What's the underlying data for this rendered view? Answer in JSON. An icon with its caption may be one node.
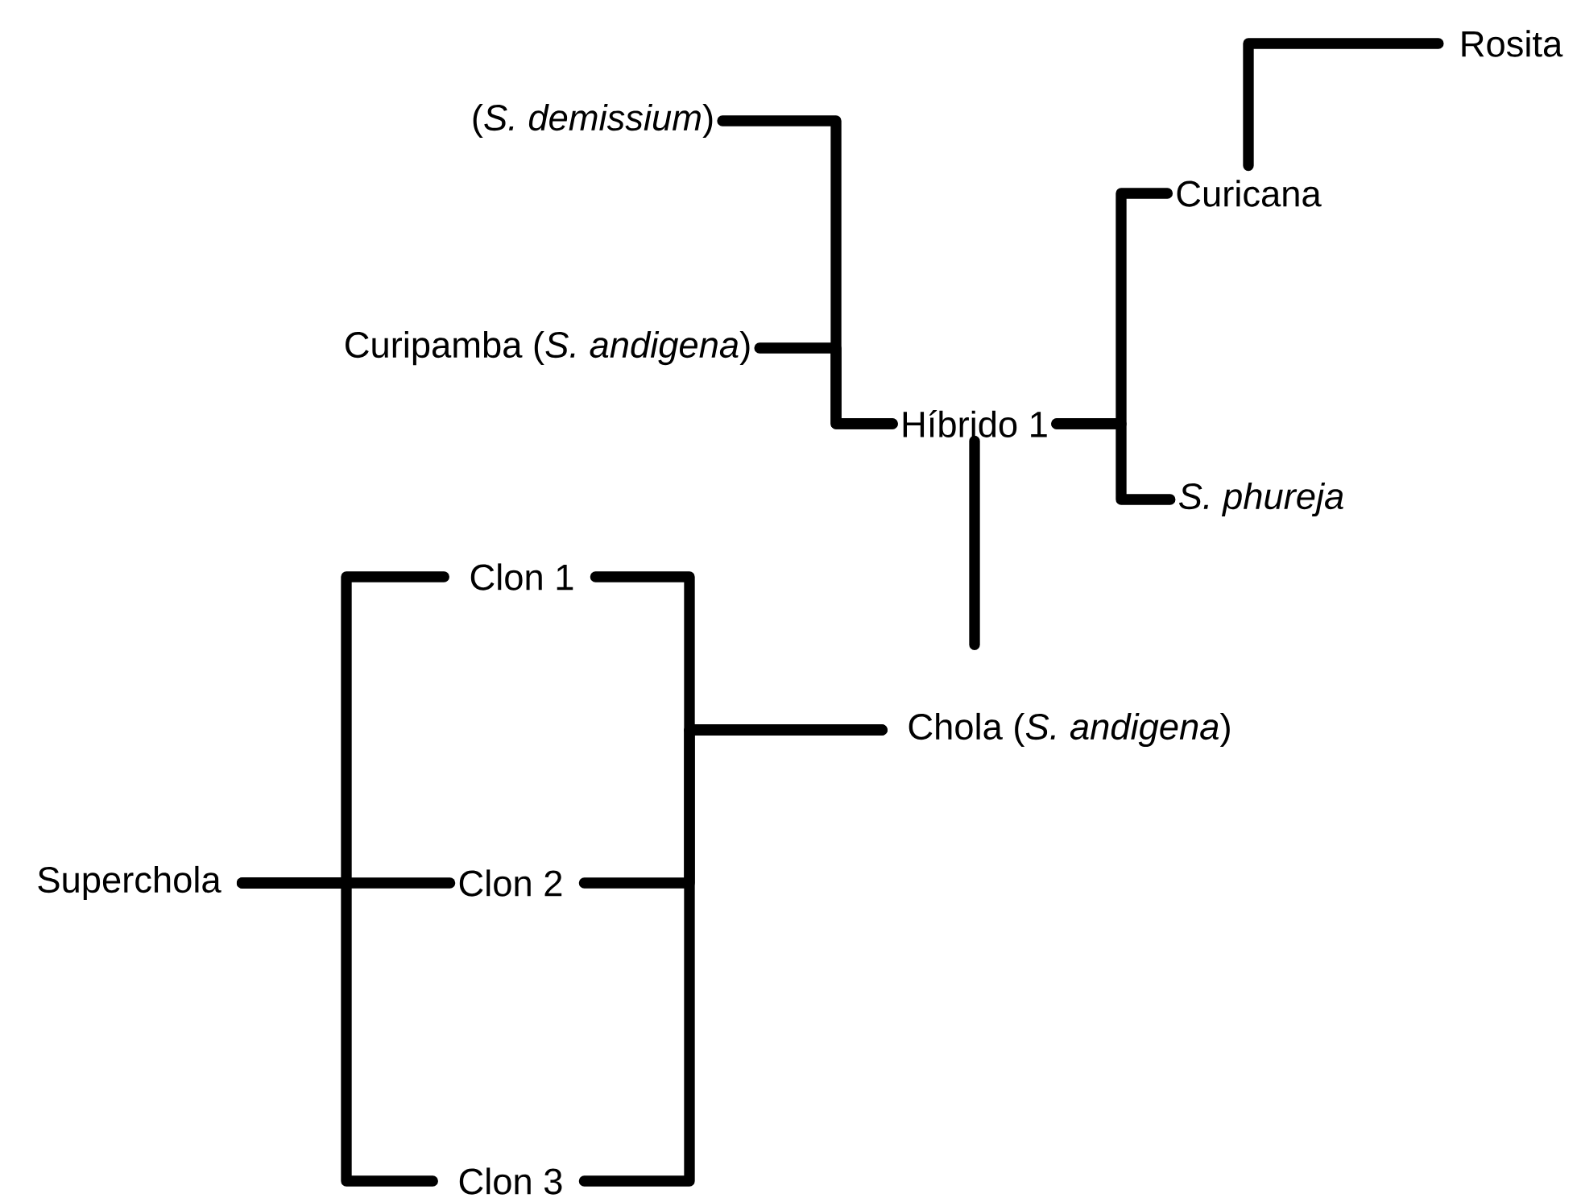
{
  "diagram": {
    "nodes": [
      {
        "text": [
          "Rosita"
        ]
      },
      {
        "text": [
          "(*S. demissium*)"
        ]
      },
      {
        "text": [
          "Curicana"
        ]
      },
      {
        "text": [
          "Curipamba (*S. andigena*)"
        ]
      },
      {
        "text": [
          "Híbrido 1"
        ]
      },
      {
        "text": [
          "*S. phureja*"
        ]
      },
      {
        "text": [
          "Clon 1"
        ]
      },
      {
        "text": [
          "Chola (*S. andigena*)"
        ]
      },
      {
        "text": [
          "Superchola"
        ]
      },
      {
        "text": [
          "Clon 2"
        ]
      },
      {
        "text": [
          "Clon 3"
        ]
      }
    ],
    "edges": [
      {
        "from": 1,
        "to": 4,
        "arrow": "none"
      },
      {
        "from": 3,
        "to": 4,
        "arrow": "none"
      },
      {
        "from": 4,
        "to": 2,
        "arrow": "none"
      },
      {
        "from": 4,
        "to": 5,
        "arrow": "none"
      },
      {
        "from": 2,
        "to": 0,
        "arrow": "none"
      },
      {
        "from": 4,
        "to": 7,
        "arrow": "none"
      },
      {
        "from": 7,
        "to": 6,
        "arrow": "none"
      },
      {
        "from": 7,
        "to": 9,
        "arrow": "none"
      },
      {
        "from": 7,
        "to": 10,
        "arrow": "none"
      },
      {
        "from": 8,
        "to": 6,
        "arrow": "none"
      },
      {
        "from": 8,
        "to": 9,
        "arrow": "none"
      },
      {
        "from": 8,
        "to": 10,
        "arrow": "none"
      }
    ]
  }
}
